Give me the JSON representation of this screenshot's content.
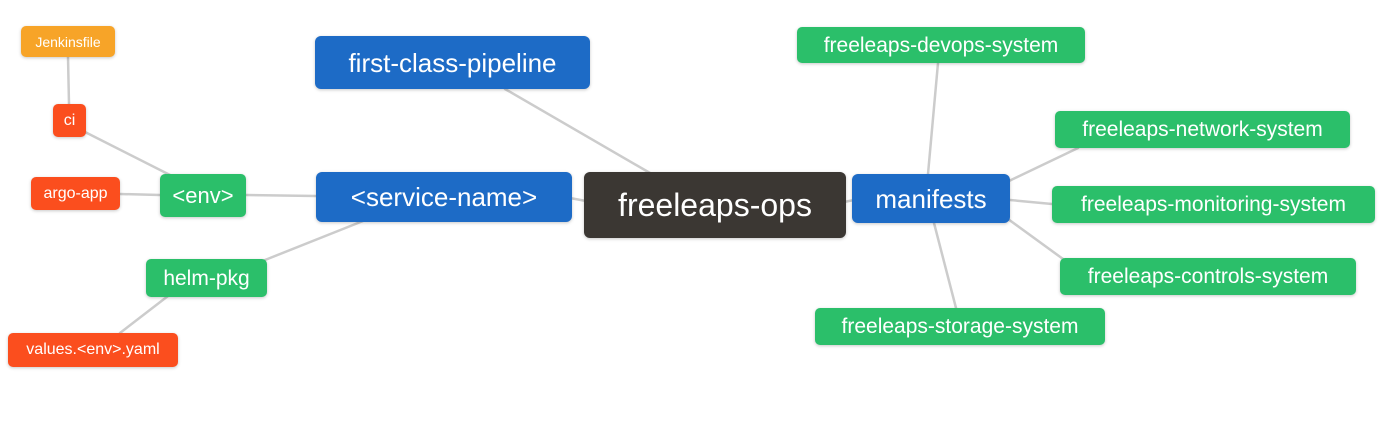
{
  "diagram": {
    "type": "mindmap",
    "colors": {
      "root": "#3B3733",
      "branch_blue": "#1D6BC6",
      "leaf_green": "#2BBF6A",
      "leaf_red": "#FB4E1E",
      "leaf_orange": "#F7A428",
      "edge": "#CCCCCC",
      "background": "#FFFFFF",
      "text": "#FFFFFF"
    },
    "nodes": [
      {
        "id": "jenkinsfile",
        "label": "Jenkinsfile",
        "level": 4,
        "color_role": "leaf_orange"
      },
      {
        "id": "ci",
        "label": "ci",
        "level": 3,
        "color_role": "leaf_red"
      },
      {
        "id": "argo-app",
        "label": "argo-app",
        "level": 3,
        "color_role": "leaf_red"
      },
      {
        "id": "env",
        "label": "<env>",
        "level": 2,
        "color_role": "leaf_green"
      },
      {
        "id": "helm-pkg",
        "label": "helm-pkg",
        "level": 2,
        "color_role": "leaf_green"
      },
      {
        "id": "values-env-yaml",
        "label": "values.<env>.yaml",
        "level": 3,
        "color_role": "leaf_red"
      },
      {
        "id": "first-class-pipeline",
        "label": "first-class-pipeline",
        "level": 1,
        "color_role": "branch_blue"
      },
      {
        "id": "service-name",
        "label": "<service-name>",
        "level": 1,
        "color_role": "branch_blue"
      },
      {
        "id": "freeleaps-ops",
        "label": "freeleaps-ops",
        "level": 0,
        "color_role": "root"
      },
      {
        "id": "manifests",
        "label": "manifests",
        "level": 1,
        "color_role": "branch_blue"
      },
      {
        "id": "devops",
        "label": "freeleaps-devops-system",
        "level": 2,
        "color_role": "leaf_green"
      },
      {
        "id": "network",
        "label": "freeleaps-network-system",
        "level": 2,
        "color_role": "leaf_green"
      },
      {
        "id": "monitoring",
        "label": "freeleaps-monitoring-system",
        "level": 2,
        "color_role": "leaf_green"
      },
      {
        "id": "controls",
        "label": "freeleaps-controls-system",
        "level": 2,
        "color_role": "leaf_green"
      },
      {
        "id": "storage",
        "label": "freeleaps-storage-system",
        "level": 2,
        "color_role": "leaf_green"
      }
    ],
    "edges": [
      {
        "from": "jenkinsfile",
        "to": "ci"
      },
      {
        "from": "ci",
        "to": "env"
      },
      {
        "from": "argo-app",
        "to": "env"
      },
      {
        "from": "env",
        "to": "service-name"
      },
      {
        "from": "service-name",
        "to": "helm-pkg"
      },
      {
        "from": "helm-pkg",
        "to": "values-env-yaml"
      },
      {
        "from": "service-name",
        "to": "freeleaps-ops"
      },
      {
        "from": "first-class-pipeline",
        "to": "freeleaps-ops"
      },
      {
        "from": "freeleaps-ops",
        "to": "manifests"
      },
      {
        "from": "manifests",
        "to": "devops"
      },
      {
        "from": "manifests",
        "to": "network"
      },
      {
        "from": "manifests",
        "to": "monitoring"
      },
      {
        "from": "manifests",
        "to": "controls"
      },
      {
        "from": "manifests",
        "to": "storage"
      }
    ]
  }
}
